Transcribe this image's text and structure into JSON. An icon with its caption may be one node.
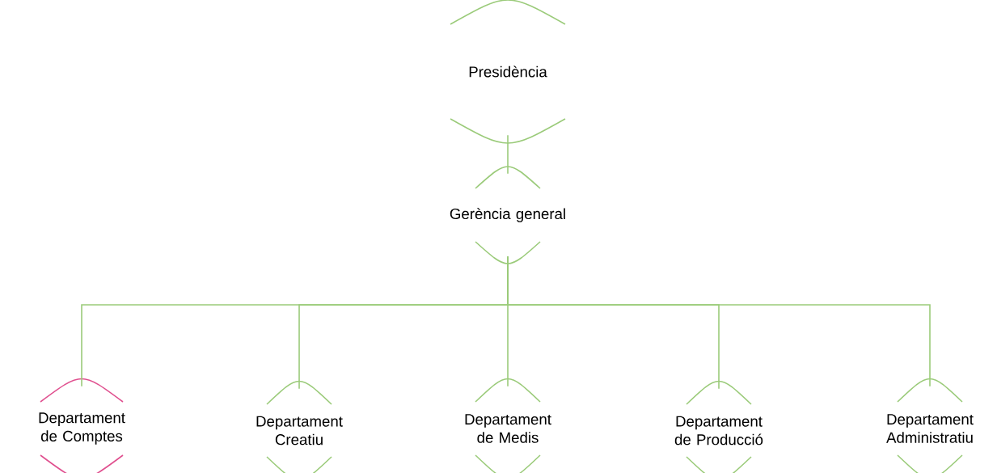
{
  "diagram": {
    "nodes": [
      {
        "text": [
          "Presidència"
        ]
      },
      {
        "text": [
          "Gerència general"
        ]
      },
      {
        "text": [
          "Departament de Comptes"
        ]
      },
      {
        "text": [
          "Departament Creatiu"
        ]
      },
      {
        "text": [
          "Departament de Medis"
        ]
      },
      {
        "text": [
          "Departament de Producció"
        ]
      },
      {
        "text": [
          "Departament Administratiu"
        ]
      }
    ],
    "edges": [
      {
        "from": 0,
        "to": 1,
        "arrow": "none"
      },
      {
        "from": 1,
        "to": 2,
        "arrow": "none"
      },
      {
        "from": 1,
        "to": 3,
        "arrow": "none"
      },
      {
        "from": 1,
        "to": 4,
        "arrow": "none"
      },
      {
        "from": 1,
        "to": 5,
        "arrow": "none"
      },
      {
        "from": 1,
        "to": 6,
        "arrow": "none"
      }
    ]
  }
}
